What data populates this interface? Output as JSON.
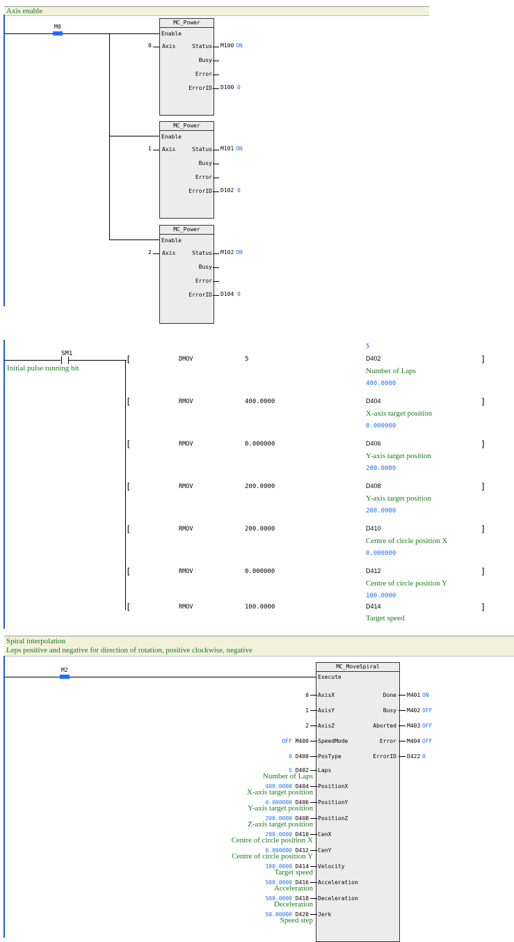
{
  "net1": {
    "comment": "Axis enable",
    "contact": "M0",
    "blocks": [
      {
        "title": "MC_Power",
        "enable": "Enable",
        "axis_value": "0",
        "axis_pin": "Axis",
        "pins": [
          {
            "label": "Status",
            "dev": "M100",
            "val": "ON"
          },
          {
            "label": "Busy",
            "dev": "",
            "val": ""
          },
          {
            "label": "Error",
            "dev": "",
            "val": ""
          },
          {
            "label": "ErrorID",
            "dev": "D100",
            "val": "0"
          }
        ]
      },
      {
        "title": "MC_Power",
        "enable": "Enable",
        "axis_value": "1",
        "axis_pin": "Axis",
        "pins": [
          {
            "label": "Status",
            "dev": "M101",
            "val": "ON"
          },
          {
            "label": "Busy",
            "dev": "",
            "val": ""
          },
          {
            "label": "Error",
            "dev": "",
            "val": ""
          },
          {
            "label": "ErrorID",
            "dev": "D102",
            "val": "0"
          }
        ]
      },
      {
        "title": "MC_Power",
        "enable": "Enable",
        "axis_value": "2",
        "axis_pin": "Axis",
        "pins": [
          {
            "label": "Status",
            "dev": "M102",
            "val": "ON"
          },
          {
            "label": "Busy",
            "dev": "",
            "val": ""
          },
          {
            "label": "Error",
            "dev": "",
            "val": ""
          },
          {
            "label": "ErrorID",
            "dev": "D104",
            "val": "0"
          }
        ]
      }
    ]
  },
  "net2": {
    "contact": "SM1",
    "contact_comment": "Initial pulse running bit",
    "instructions": [
      {
        "op": "DMOV",
        "src": "5",
        "dst": "D402",
        "pre_val": "5",
        "comment": "Number of Laps"
      },
      {
        "op": "RMOV",
        "src": "400.0000",
        "dst": "D404",
        "pre_val": "400.0000",
        "comment": "X-axis target position"
      },
      {
        "op": "RMOV",
        "src": "0.000000",
        "dst": "D406",
        "pre_val": "0.000000",
        "comment": "Y-axis target position"
      },
      {
        "op": "RMOV",
        "src": "200.0000",
        "dst": "D408",
        "pre_val": "200.0000",
        "comment": "Y-axis target position"
      },
      {
        "op": "RMOV",
        "src": "200.0000",
        "dst": "D410",
        "pre_val": "200.0000",
        "comment": "Centre of circle position X"
      },
      {
        "op": "RMOV",
        "src": "0.000000",
        "dst": "D412",
        "pre_val": "0.000000",
        "comment": "Centre of circle position Y"
      },
      {
        "op": "RMOV",
        "src": "100.0000",
        "dst": "D414",
        "pre_val": "100.0000",
        "comment": "Target speed"
      }
    ]
  },
  "net3": {
    "comment_line1": "Spiral interpolation",
    "comment_line2": "Leps positive and negative for direction of rotation, positive clockwise, negative",
    "contact": "M2",
    "block_title": "MC_MoveSpiral",
    "execute": "Execute",
    "inputs": [
      {
        "val": "0",
        "dev": "",
        "pin": "AxisX",
        "comment": ""
      },
      {
        "val": "1",
        "dev": "",
        "pin": "AxisY",
        "comment": ""
      },
      {
        "val": "2",
        "dev": "",
        "pin": "AxisZ",
        "comment": ""
      },
      {
        "val": "OFF",
        "dev": "M400",
        "pin": "SpeedMode",
        "comment": ""
      },
      {
        "val": "0",
        "dev": "D400",
        "pin": "PosType",
        "comment": ""
      },
      {
        "val": "5",
        "dev": "D402",
        "pin": "Laps",
        "comment": "Number of Laps"
      },
      {
        "val": "400.0000",
        "dev": "D404",
        "pin": "PositionX",
        "comment": "X-axis target position"
      },
      {
        "val": "0.000000",
        "dev": "D406",
        "pin": "PositionY",
        "comment": "Y-axis target position"
      },
      {
        "val": "200.0000",
        "dev": "D408",
        "pin": "PositionZ",
        "comment": "Z-axis target position"
      },
      {
        "val": "200.0000",
        "dev": "D410",
        "pin": "CenX",
        "comment": "Centre of circle position X"
      },
      {
        "val": "0.000000",
        "dev": "D412",
        "pin": "CenY",
        "comment": "Centre of circle position Y"
      },
      {
        "val": "100.0000",
        "dev": "D414",
        "pin": "Velocity",
        "comment": "Target speed"
      },
      {
        "val": "500.0000",
        "dev": "D416",
        "pin": "Acceleration",
        "comment": "Acceleration"
      },
      {
        "val": "500.0000",
        "dev": "D418",
        "pin": "Deceleration",
        "comment": "Deceleration"
      },
      {
        "val": "50.00000",
        "dev": "D420",
        "pin": "Jerk",
        "comment": "Speed step"
      }
    ],
    "outputs": [
      {
        "pin": "Done",
        "dev": "M401",
        "val": "ON"
      },
      {
        "pin": "Busy",
        "dev": "M402",
        "val": "OFF"
      },
      {
        "pin": "Aborted",
        "dev": "M403",
        "val": "OFF"
      },
      {
        "pin": "Error",
        "dev": "M404",
        "val": "OFF"
      },
      {
        "pin": "ErrorID",
        "dev": "D422",
        "val": "0"
      }
    ]
  },
  "colors": {
    "on_value": "#1e6fff",
    "comment": "#1a7a1a",
    "header_band": "#f2f2dc",
    "left_rail": "#1f5cd6"
  }
}
